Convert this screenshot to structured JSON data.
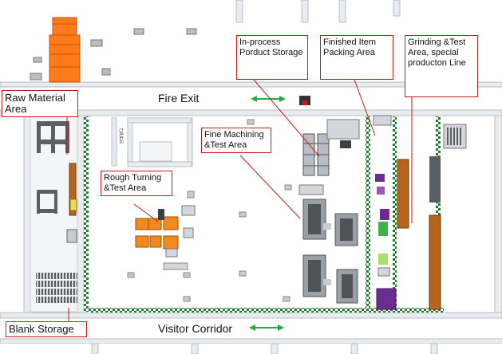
{
  "labels": {
    "raw_material": "Raw Material\nArea",
    "in_process": "In-process\nPorduct Storage",
    "finished_item": "Finished Item\nPacking Area",
    "grinding": "Grinding &Test\nArea, special\nproducton Line",
    "fine_machining": "Fine Machining\n&Test Area",
    "rough_turning": "Rough Turning\n&Test Area",
    "blank_storage": "Blank Storage",
    "fire_exit": "Fire Exit",
    "visitor_corridor": "Visitor Corridor"
  },
  "colors": {
    "callout_border": "#d01515",
    "wall": "#e9ecef",
    "wall_edge": "#b8bec4",
    "machine_gray": "#9aa0a5",
    "machine_dark": "#4f5458",
    "raw_material_orange": "#ff7a1a",
    "rough_turning_orange": "#f08a1c",
    "arrow_green": "#1fae3a",
    "conveyor_green": "#1e7d2c",
    "rack_brown": "#b5651d",
    "accent_purple": "#6b2d8f"
  }
}
